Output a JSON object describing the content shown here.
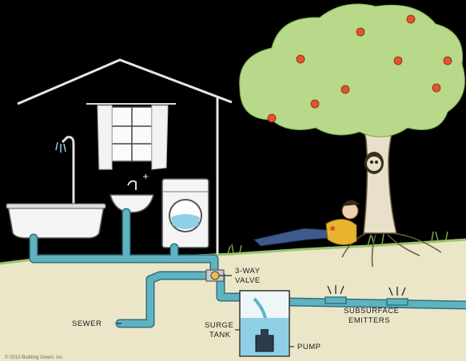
{
  "labels": {
    "valve_line1": "3-WAY",
    "valve_line2": "VALVE",
    "sewer": "SEWER",
    "surge_line1": "SURGE",
    "surge_line2": "TANK",
    "pump": "PUMP",
    "emitters_line1": "SUBSURFACE",
    "emitters_line2": "EMITTERS",
    "copyright": "© 2013 Building Green, Inc."
  },
  "colors": {
    "background": "#000000",
    "soil": "#ebe6c8",
    "pipe": "#5fb3c0",
    "pipe_edge": "#2f6f7c",
    "water": "#8fd0e6",
    "house_outline": "#e6e6e6",
    "foliage": "#b8d98a",
    "trunk": "#e8e0c8",
    "apple": "#e0552c",
    "grass": "#9bc26a"
  },
  "icons": [
    "shower-icon",
    "window-icon",
    "bathtub-icon",
    "sink-icon",
    "washing-machine-icon",
    "valve-icon",
    "pump-icon",
    "tree-icon",
    "apple-icon",
    "person-icon",
    "owl-icon",
    "arrow-icon"
  ]
}
